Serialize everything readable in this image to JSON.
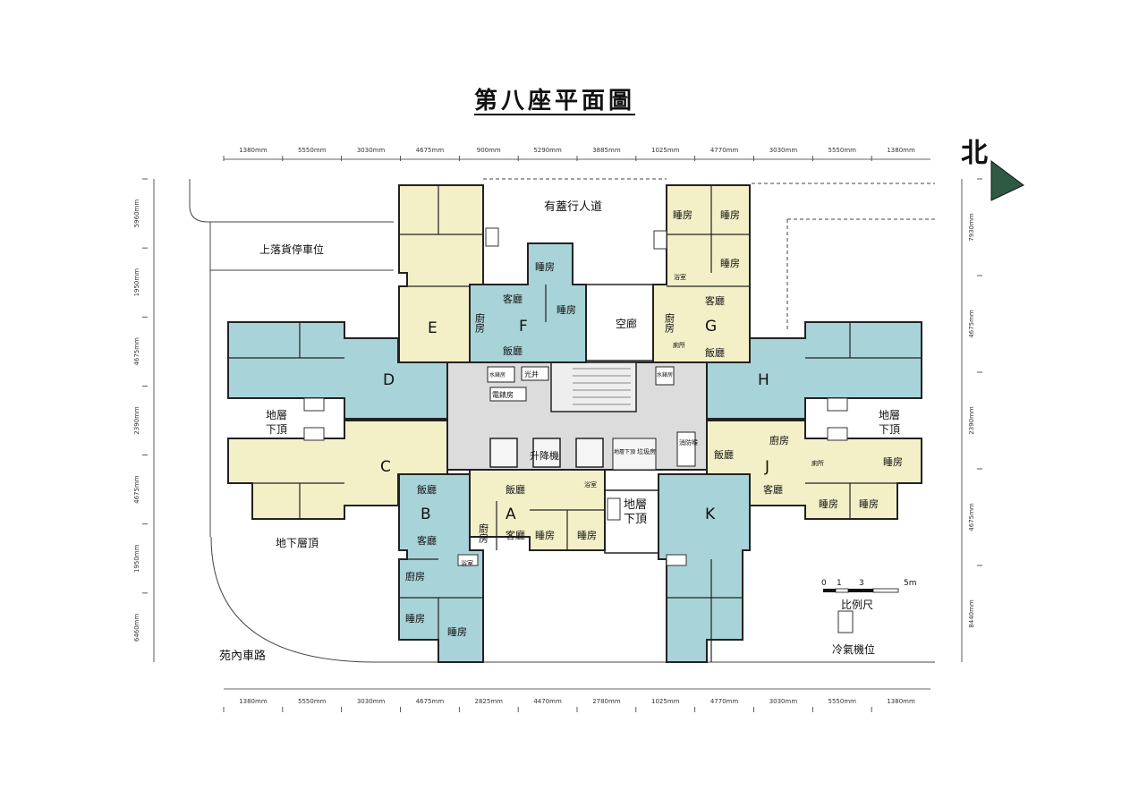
{
  "title": "第八座平面圖",
  "north_label": "北",
  "dims_top": [
    "1380mm",
    "5550mm",
    "3030mm",
    "4675mm",
    "900mm",
    "5290mm",
    "3885mm",
    "1025mm",
    "4770mm",
    "3030mm",
    "5550mm",
    "1380mm"
  ],
  "dims_bottom": [
    "1380mm",
    "5550mm",
    "3030mm",
    "4675mm",
    "2825mm",
    "4470mm",
    "2780mm",
    "1025mm",
    "4770mm",
    "3030mm",
    "5550mm",
    "1380mm"
  ],
  "dims_left": [
    "5960mm",
    "1950mm",
    "4675mm",
    "2390mm",
    "4675mm",
    "1950mm",
    "6460mm"
  ],
  "dims_right": [
    "7930mm",
    "4675mm",
    "2390mm",
    "4675mm",
    "8440mm"
  ],
  "site_labels": {
    "covered_walkway": "有蓋行人道",
    "loading_bay": "上落貨停車位",
    "estate_road": "苑內車路",
    "basement_roof_bottom": "地下層頂",
    "basement_roof_left": [
      "地層",
      "下頂"
    ],
    "basement_roof_right": [
      "地層",
      "下頂"
    ],
    "basement_roof_center": [
      "地層",
      "下頂"
    ],
    "void": "空廊"
  },
  "core_labels": {
    "lift": "升降機",
    "light_well": "光井",
    "water_meter_left": "水錶房",
    "water_meter_right": "水錶房",
    "electric_meter": "電錶房",
    "fire_services": "消防喉",
    "refuse_room": "垃圾房",
    "basement_roof_core": "地層下頂"
  },
  "room_labels": {
    "bedroom": "睡房",
    "living": "客廳",
    "dining": "飯廳",
    "kitchen": "廚房",
    "bath": "浴室",
    "toilet": "廁所"
  },
  "units": [
    "A",
    "B",
    "C",
    "D",
    "E",
    "F",
    "G",
    "H",
    "J",
    "K"
  ],
  "legend": {
    "scale_label": "比例尺",
    "scale_ticks": [
      "0",
      "1",
      "3",
      "5m"
    ],
    "ac_label": "冷氣機位"
  },
  "colors": {
    "yellow_unit": "#f3f0c8",
    "blue_unit": "#a8d3d9",
    "wall": "#222222",
    "corridor": "#d8d8d8"
  }
}
